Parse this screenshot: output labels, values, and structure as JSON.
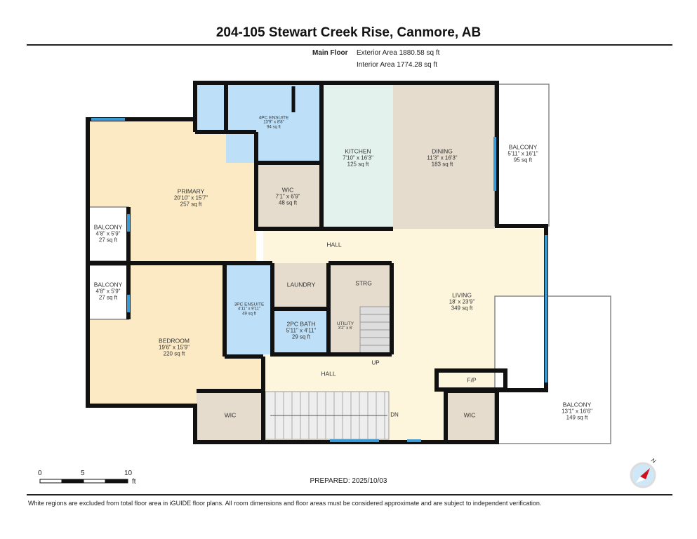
{
  "title": "204-105 Stewart Creek Rise, Canmore, AB",
  "header": {
    "floor": "Main Floor",
    "exterior_area": "Exterior Area 1880.58 sq ft",
    "interior_area": "Interior Area 1774.28 sq ft"
  },
  "rooms": {
    "ensuite4": {
      "name": "4PC ENSUITE",
      "dims": "13'9\" x 8'8\"",
      "area": "94 sq ft"
    },
    "kitchen": {
      "name": "KITCHEN",
      "dims": "7'10\" x 16'3\"",
      "area": "125 sq ft"
    },
    "dining": {
      "name": "DINING",
      "dims": "11'3\" x 16'3\"",
      "area": "183 sq ft"
    },
    "balcony_ne": {
      "name": "BALCONY",
      "dims": "5'11\" x 16'1\"",
      "area": "95 sq ft"
    },
    "primary": {
      "name": "PRIMARY",
      "dims": "20'10\" x 15'7\"",
      "area": "257 sq ft"
    },
    "wic_top": {
      "name": "WIC",
      "dims": "7'1\" x 6'9\"",
      "area": "48 sq ft"
    },
    "balcony_w1": {
      "name": "BALCONY",
      "dims": "4'8\" x 5'9\"",
      "area": "27 sq ft"
    },
    "balcony_w2": {
      "name": "BALCONY",
      "dims": "4'8\" x 5'9\"",
      "area": "27 sq ft"
    },
    "hall_top": {
      "name": "HALL"
    },
    "living": {
      "name": "LIVING",
      "dims": "18' x 23'9\"",
      "area": "349 sq ft"
    },
    "bedroom": {
      "name": "BEDROOM",
      "dims": "19'6\" x 15'9\"",
      "area": "220 sq ft"
    },
    "ensuite3": {
      "name": "3PC ENSUITE",
      "dims": "4'11\" x 9'11\"",
      "area": "49 sq ft"
    },
    "laundry": {
      "name": "LAUNDRY"
    },
    "strg": {
      "name": "STRG"
    },
    "bath2": {
      "name": "2PC BATH",
      "dims": "5'11\" x 4'11\"",
      "area": "29 sq ft"
    },
    "utility": {
      "name": "UTILITY",
      "dims": "3'2\" x 6'"
    },
    "up": "UP",
    "hall_bottom": {
      "name": "HALL"
    },
    "dn": "DN",
    "wic_bl": {
      "name": "WIC"
    },
    "fp": {
      "name": "F/P"
    },
    "wic_br": {
      "name": "WIC"
    },
    "balcony_se": {
      "name": "BALCONY",
      "dims": "13'1\" x 16'6\"",
      "area": "149 sq ft"
    }
  },
  "scale": {
    "t0": "0",
    "t5": "5",
    "t10": "10",
    "unit": "ft"
  },
  "prepared": "PREPARED: 2025/10/03",
  "compass": {
    "label": "N",
    "icon": "compass-icon"
  },
  "disclaimer": "White regions are excluded from total floor area in iGUIDE floor plans. All room dimensions and floor areas must be considered approximate and are subject to independent verification.",
  "colors": {
    "bedroom": "#fbeac4",
    "bath": "#bde0f8",
    "kitchen": "#e3f2ec",
    "utility": "#e6dccd",
    "hall": "#fdf6dc",
    "window": "#3a9ad4",
    "wall": "#111111"
  }
}
